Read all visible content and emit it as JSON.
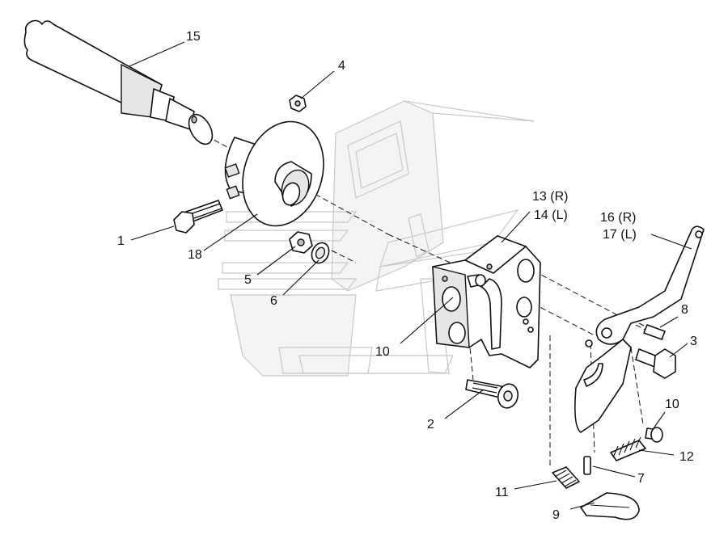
{
  "callouts": {
    "c1": "1",
    "c2": "2",
    "c3": "3",
    "c4": "4",
    "c5": "5",
    "c6": "6",
    "c7": "7",
    "c8": "8",
    "c9": "9",
    "c10a": "10",
    "c10b": "10",
    "c11": "11",
    "c12": "12",
    "c13": "13 (R)",
    "c14": "14 (L)",
    "c15": "15",
    "c16": "16 (R)",
    "c17": "17 (L)",
    "c18": "18"
  }
}
